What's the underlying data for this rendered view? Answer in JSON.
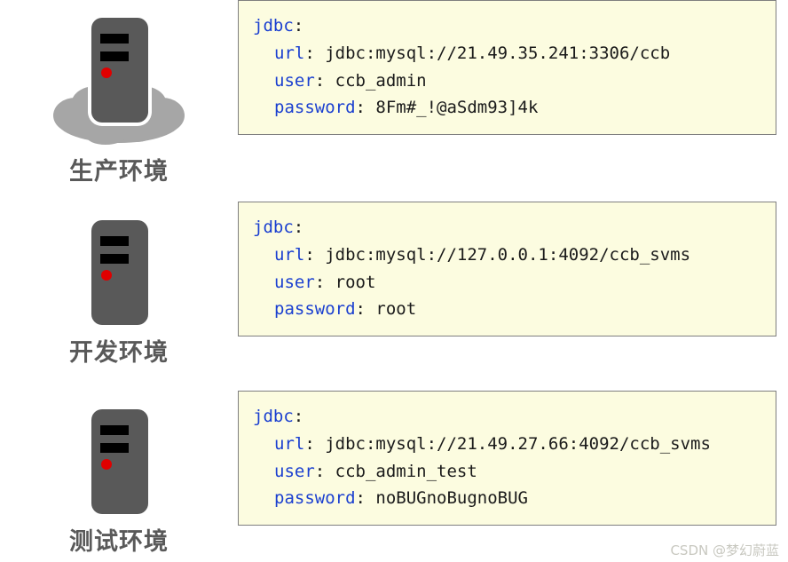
{
  "colors": {
    "code_background": "#fcfce0",
    "code_border": "#7f7f7f",
    "yaml_key": "#1a3fd0",
    "yaml_value": "#1a1a1a",
    "server_body": "#595959",
    "server_slot": "#000000",
    "server_led": "#e00000",
    "cloud": "#a6a6a6",
    "label_text": "#595959",
    "page_background": "#ffffff",
    "watermark": "#c8c8c0"
  },
  "environments": [
    {
      "label": "生产环境",
      "icon": "server-with-cloud-icon",
      "has_cloud": true,
      "config": {
        "root_key": "jdbc",
        "root_suffix": ":",
        "entries": [
          {
            "key": "url",
            "sep": ": ",
            "value": "jdbc:mysql://21.49.35.241:3306/ccb"
          },
          {
            "key": "user",
            "sep": ": ",
            "value": "ccb_admin"
          },
          {
            "key": "password",
            "sep": ": ",
            "value": "8Fm#_!@aSdm93]4k"
          }
        ]
      }
    },
    {
      "label": "开发环境",
      "icon": "server-icon",
      "has_cloud": false,
      "config": {
        "root_key": "jdbc",
        "root_suffix": ":",
        "entries": [
          {
            "key": "url",
            "sep": ": ",
            "value": "jdbc:mysql://127.0.0.1:4092/ccb_svms"
          },
          {
            "key": "user",
            "sep": ": ",
            "value": "root"
          },
          {
            "key": "password",
            "sep": ": ",
            "value": "root"
          }
        ]
      }
    },
    {
      "label": "测试环境",
      "icon": "server-icon",
      "has_cloud": false,
      "config": {
        "root_key": "jdbc",
        "root_suffix": ":",
        "entries": [
          {
            "key": "url",
            "sep": ": ",
            "value": "jdbc:mysql://21.49.27.66:4092/ccb_svms"
          },
          {
            "key": "user",
            "sep": ": ",
            "value": "ccb_admin_test"
          },
          {
            "key": "password",
            "sep": ": ",
            "value": "noBUGnoBugnoBUG"
          }
        ]
      }
    }
  ],
  "watermark": "CSDN @梦幻蔚蓝"
}
